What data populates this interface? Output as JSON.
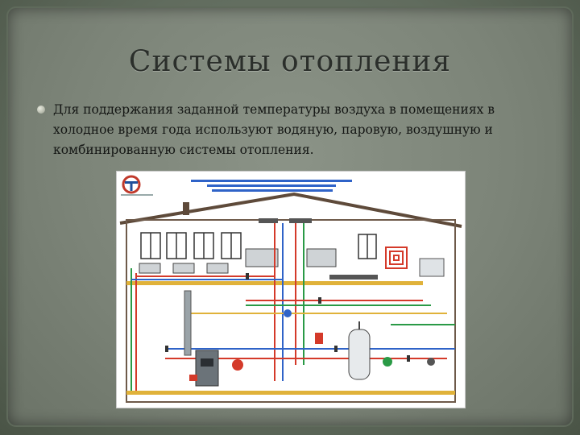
{
  "slide": {
    "title": "Системы отопления",
    "bullets": [
      "Для поддержания заданной температуры воздуха в помещениях в холодное время года используют водяную, паровую, воздушную и комбинированную системы отопления."
    ]
  },
  "figure": {
    "type": "heating-system-schematic",
    "accent_colors": {
      "hot": "#d43a2a",
      "cold": "#2f63c8",
      "return": "#2a9a46",
      "floor": "#e0b23a",
      "logo": "#c0392b"
    }
  }
}
